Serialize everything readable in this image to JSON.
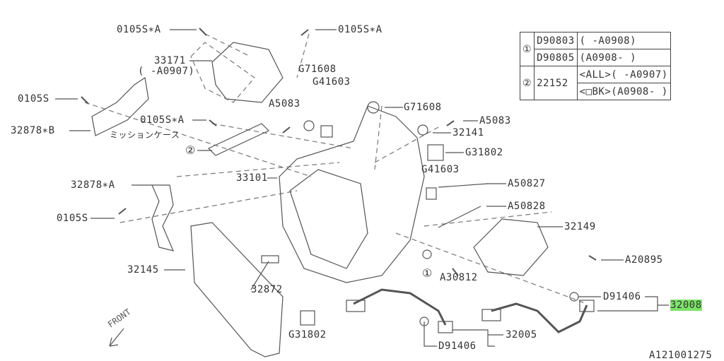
{
  "legend_table": {
    "groups": [
      {
        "ref": "①",
        "rows": [
          {
            "part": "D90803",
            "note": "( -A0908)"
          },
          {
            "part": "D90805",
            "note": "(A0908- )"
          }
        ]
      },
      {
        "ref": "②",
        "part": "22152",
        "rows": [
          {
            "note": "<ALL>( -A0907)"
          },
          {
            "note": "<□BK>(A0908- )"
          }
        ]
      }
    ]
  },
  "labels": {
    "bolt_top_left": "0105S∗A",
    "bolt_top_right": "0105S∗A",
    "cover": "33171",
    "cover_note": "( -A0907)",
    "bolt_left": "0105S",
    "bracket_b": "32878∗B",
    "case_jp": "ミッションケース",
    "bolt_mid": "0105S∗A",
    "ref2": "②",
    "g71608_a": "G71608",
    "g41603_a": "G41603",
    "a5083_a": "A5083",
    "g71608_b": "G71608",
    "a5083_b": "A5083",
    "p32141": "32141",
    "g31802_a": "G31802",
    "g41603_b": "G41603",
    "p33101": "33101",
    "bracket_a": "32878∗A",
    "a50827": "A50827",
    "a50828": "A50828",
    "bolt_low": "0105S",
    "p32149": "32149",
    "gasket": "32145",
    "a20895": "A20895",
    "ref1": "①",
    "a30812": "A30812",
    "p32872": "32872",
    "d91406_a": "D91406",
    "p32008": "32008",
    "g31802_b": "G31802",
    "p32005": "32005",
    "d91406_b": "D91406",
    "front": "FRONT",
    "diagram_id": "A121001275"
  },
  "colors": {
    "highlight": "#7ee36a",
    "line": "#444444"
  }
}
